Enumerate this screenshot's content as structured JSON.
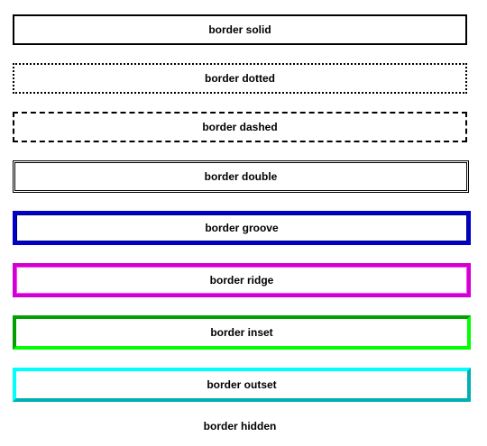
{
  "boxes": {
    "solid": "border solid",
    "dotted": "border dotted",
    "dashed": "border dashed",
    "double": "border double",
    "groove": "border groove",
    "ridge": "border ridge",
    "inset": "border inset",
    "outset": "border outset",
    "hidden": "border hidden"
  },
  "colors": {
    "solid": "#000000",
    "dotted": "#000000",
    "dashed": "#000000",
    "double": "#000000",
    "groove": "#0000c8",
    "ridge": "#d000d0",
    "inset": "#00ff00",
    "outset": "#00ffff",
    "text": "#000000",
    "background": "#ffffff"
  }
}
